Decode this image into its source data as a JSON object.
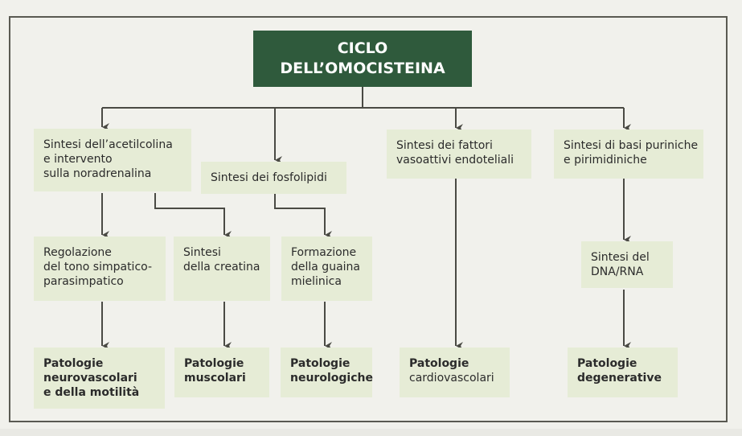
{
  "title": {
    "line1": "CICLO",
    "line2": "DELL’OMOCISTEINA"
  },
  "level1": {
    "acetilcolina": [
      "Sintesi dell’acetilcolina",
      "e intervento",
      "sulla noradrenalina"
    ],
    "fosfolipidi": [
      "Sintesi dei fosfolipidi"
    ],
    "fattori": [
      "Sintesi dei fattori",
      "vasoattivi endoteliali"
    ],
    "basi": [
      "Sintesi di basi puriniche",
      "e pirimidiniche"
    ]
  },
  "level2": {
    "regolazione": [
      "Regolazione",
      "del tono simpatico-",
      "parasimpatico"
    ],
    "creatina": [
      "Sintesi",
      "della creatina"
    ],
    "guaina": [
      "Formazione",
      "della guaina",
      "mielinica"
    ],
    "dna": [
      "Sintesi del",
      "DNA/RNA"
    ]
  },
  "outcomes": {
    "neurovascolari": [
      "Patologie",
      "neurovascolari",
      "e della motilità"
    ],
    "muscolari": [
      "Patologie",
      "muscolari"
    ],
    "neurologiche": [
      "Patologie",
      "neurologiche"
    ],
    "cardiovascolari": [
      "Patologie",
      "cardiovascolari"
    ],
    "degenerative": [
      "Patologie",
      "degenerative"
    ]
  },
  "colors": {
    "title_bg": "#2f5a3c",
    "box_bg": "#e6ecd6",
    "line": "#4a4a44"
  }
}
